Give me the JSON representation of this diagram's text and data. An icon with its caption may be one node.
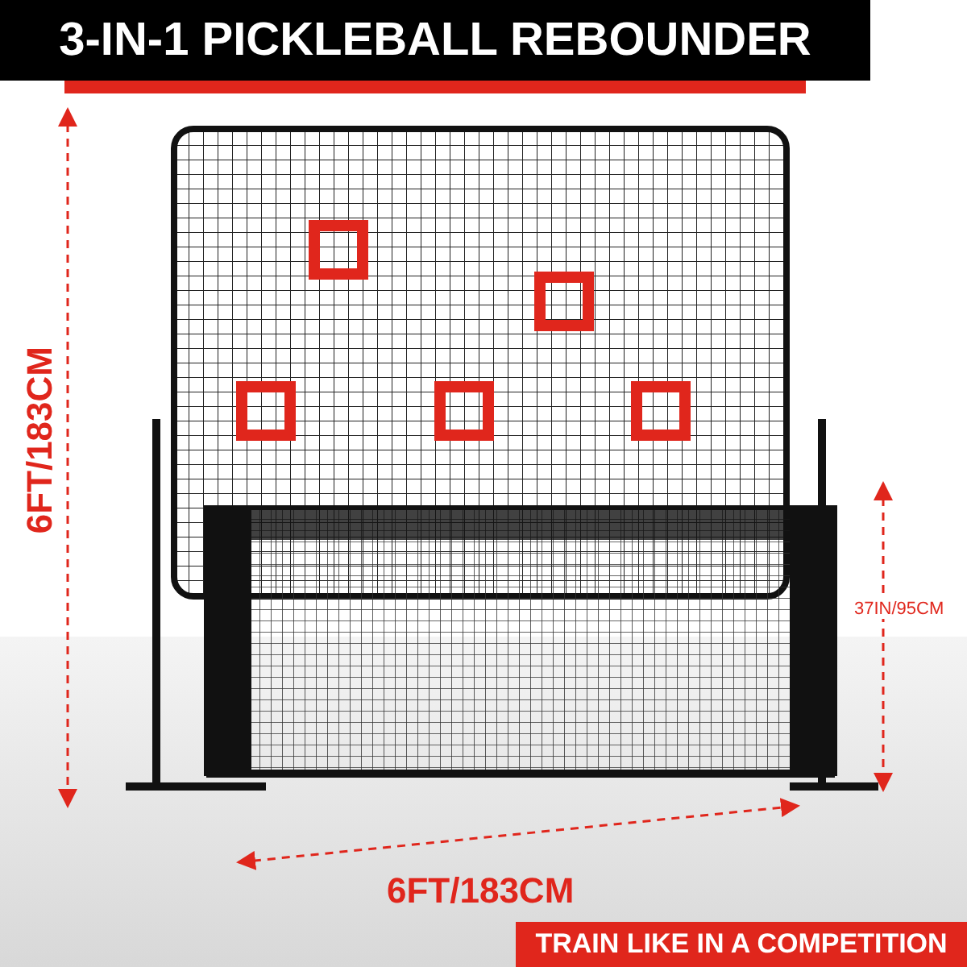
{
  "diagram": {
    "title": "3-IN-1 PICKLEBALL REBOUNDER",
    "labels": [
      "6FT/183CM",
      "37IN/95CM",
      "6FT/183CM",
      "TRAIN LIKE IN A COMPETITION"
    ]
  }
}
